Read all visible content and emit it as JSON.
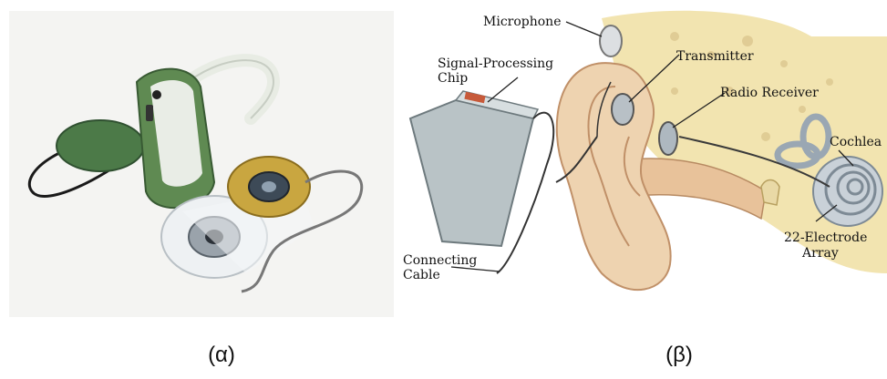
{
  "captions": {
    "a": "(α)",
    "b": "(β)"
  },
  "labels": {
    "microphone": "Microphone",
    "signal_chip_line1": "Signal-Processing",
    "signal_chip_line2": "Chip",
    "transmitter": "Transmitter",
    "radio_receiver": "Radio Receiver",
    "cochlea": "Cochlea",
    "electrode_line1": "22-Electrode",
    "electrode_line2": "Array",
    "cable_line1": "Connecting",
    "cable_line2": "Cable"
  },
  "colors": {
    "device_green": "#5f8a52",
    "implant_gold": "#c9a640",
    "skin": "#eed3b0",
    "skin_dark": "#d6ad82",
    "bone": "#f2e4b0",
    "chip_gray": "#b9c3c6"
  }
}
